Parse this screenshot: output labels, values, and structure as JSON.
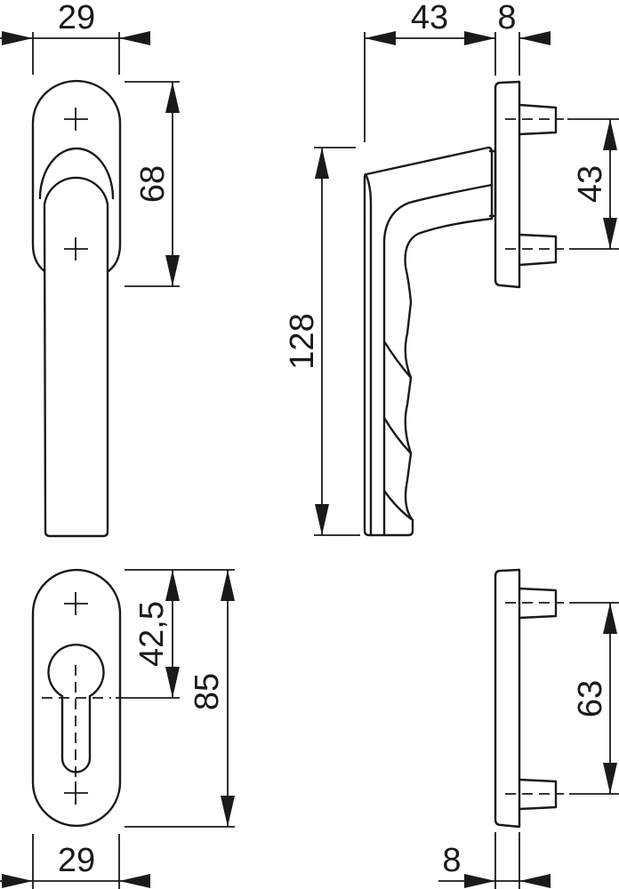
{
  "drawing": {
    "subject": "Window handle technical drawing",
    "stroke_color": "#1a1a1a",
    "background": "#ffffff",
    "views": {
      "front_handle": {
        "width_label": "29",
        "height_label": "68"
      },
      "side_handle": {
        "projection_label": "43",
        "rose_thickness_label": "8",
        "fixing_spacing_label": "43",
        "handle_length_label": "128"
      },
      "front_escutcheon": {
        "width_label": "29",
        "total_height_label": "85",
        "center_height_label": "42,5"
      },
      "side_escutcheon": {
        "thickness_label": "8",
        "fixing_spacing_label": "63"
      }
    }
  }
}
